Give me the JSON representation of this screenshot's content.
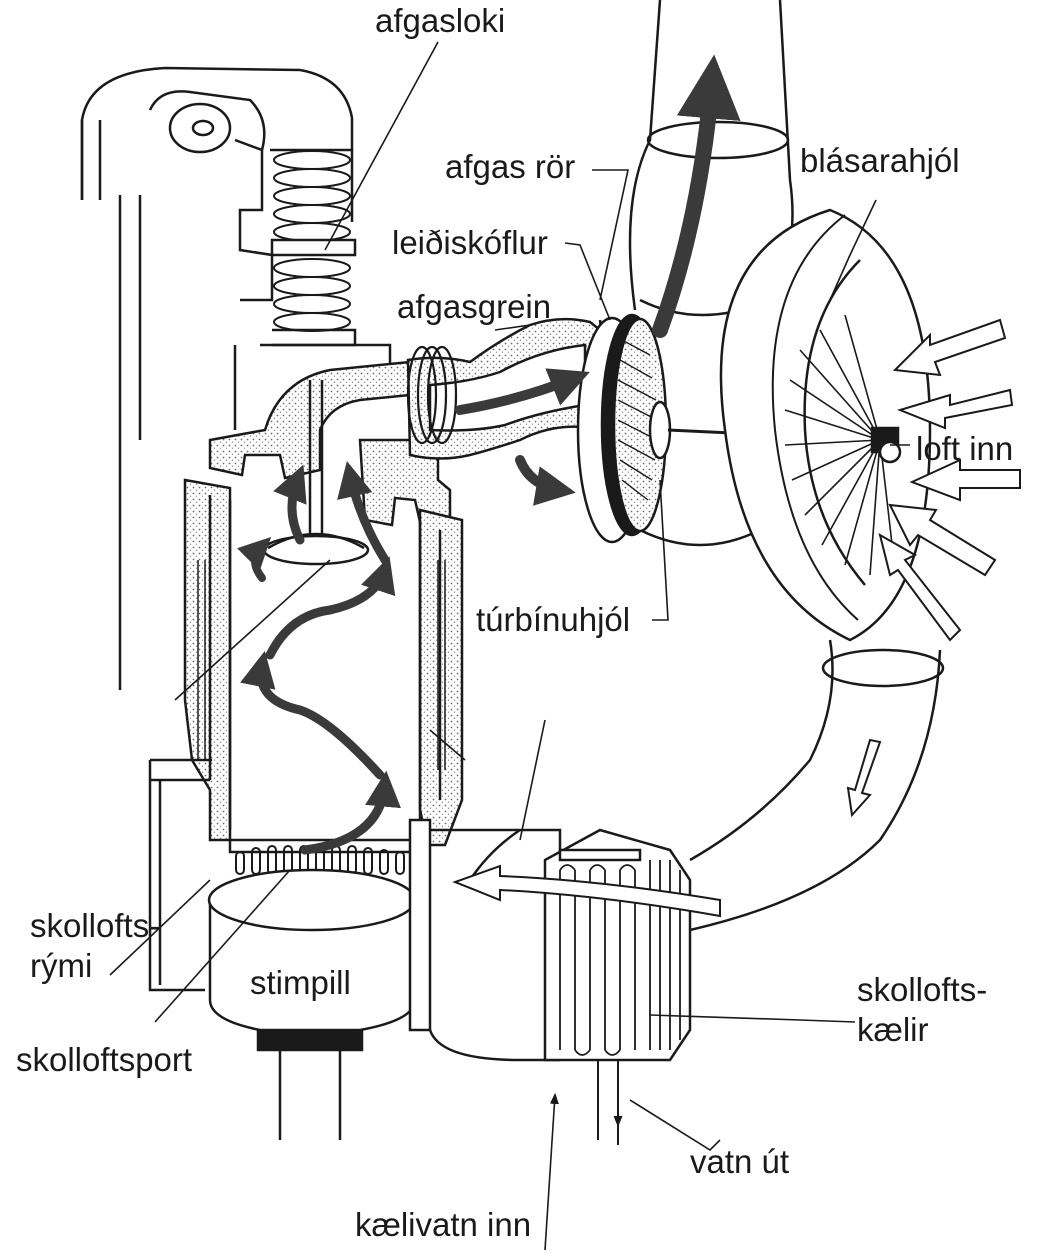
{
  "diagram": {
    "labels": {
      "afgasloki": "afgasloki",
      "afgas_ror": "afgas rör",
      "blasarahjol": "blásarahjól",
      "leidiskoflur": "leiðiskóflur",
      "afgasgrein": "afgasgrein",
      "loft_inn": "loft inn",
      "turbinuhjol": "túrbínuhjól",
      "skollofts_rymi_1": "skollofts-",
      "skollofts_rymi_2": "rými",
      "stimpill": "stimpill",
      "skolloftsport": "skolloftsport",
      "skolloftskaelir_1": "skollofts-",
      "skolloftskaelir_2": "kælir",
      "vatn_ut": "vatn út",
      "kaelivatn_inn": "kælivatn inn"
    },
    "colors": {
      "ink": "#1a1a1a",
      "arrow": "#3a3a3a",
      "stipple": "#6e6e6e",
      "paper": "#ffffff"
    }
  }
}
